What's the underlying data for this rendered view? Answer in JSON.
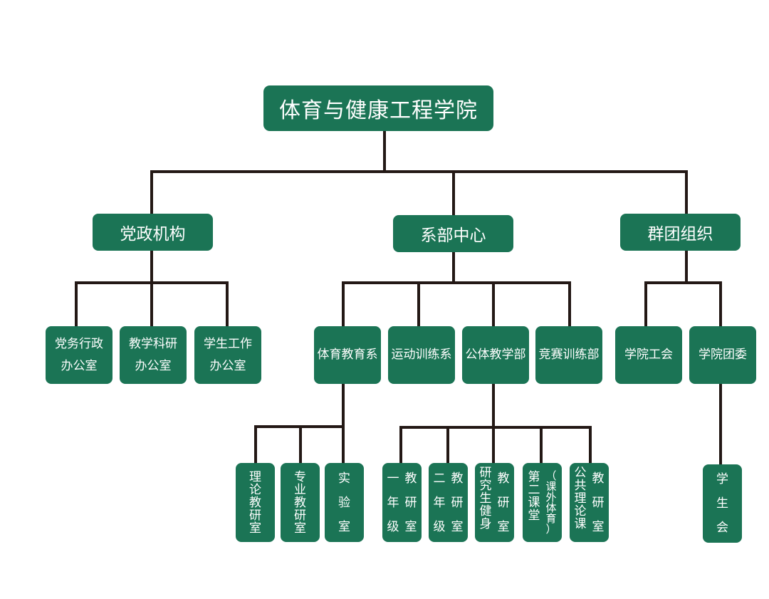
{
  "root": "体育与健康工程学院",
  "groups": [
    {
      "label": "党政机构",
      "children": [
        {
          "label": "党务行政办公室",
          "line1": "党务行政",
          "line2": "办公室"
        },
        {
          "label": "教学科研办公室",
          "line1": "教学科研",
          "line2": "办公室"
        },
        {
          "label": "学生工作办公室",
          "line1": "学生工作",
          "line2": "办公室"
        }
      ]
    },
    {
      "label": "系部中心",
      "children": [
        {
          "label": "体育教育系"
        },
        {
          "label": "运动训练系"
        },
        {
          "label": "公体教学部"
        },
        {
          "label": "竞赛训练部"
        }
      ]
    },
    {
      "label": "群团组织",
      "children": [
        {
          "label": "学院工会"
        },
        {
          "label": "学院团委"
        }
      ]
    }
  ],
  "sub_units": {
    "体育教育系": [
      {
        "label": "理论教研室",
        "col1": "理论教研室"
      },
      {
        "label": "专业教研室",
        "col1": "专业教研室"
      },
      {
        "label": "实验室",
        "col1": "实验室"
      }
    ],
    "公体教学部": [
      {
        "label": "一年级教研室",
        "col1": "一年级",
        "col2": "教研室"
      },
      {
        "label": "二年级教研室",
        "col1": "二年级",
        "col2": "教研室"
      },
      {
        "label": "研究生健身教研室",
        "col1": "研究生健身",
        "col2": "教研室"
      },
      {
        "label": "第二课堂（课外体育）",
        "col1": "第二课堂",
        "col2": "（课外体育）"
      },
      {
        "label": "公共理论课教研室",
        "col1": "公共理论课",
        "col2": "教研室"
      }
    ],
    "学院团委": [
      {
        "label": "学生会",
        "col1": "学生会"
      }
    ]
  },
  "colors": {
    "box_fill": "#1b7455",
    "box_text": "#ffffff",
    "connector": "#231815",
    "background": "#ffffff"
  }
}
